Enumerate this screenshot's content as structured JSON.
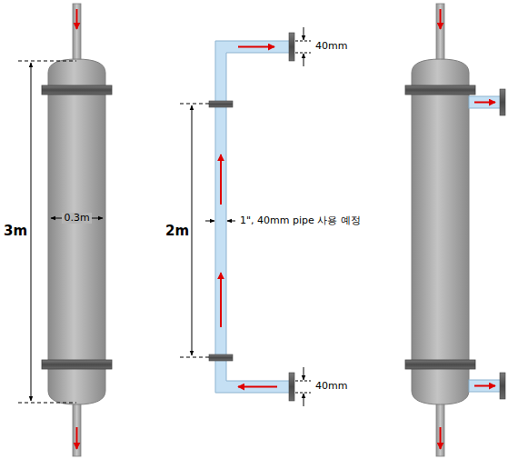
{
  "diagram": {
    "labels": [
      "3m",
      "0.3m",
      "2m",
      "1\", 40mm pipe 사용 예정",
      "40mm",
      "40mm"
    ]
  }
}
